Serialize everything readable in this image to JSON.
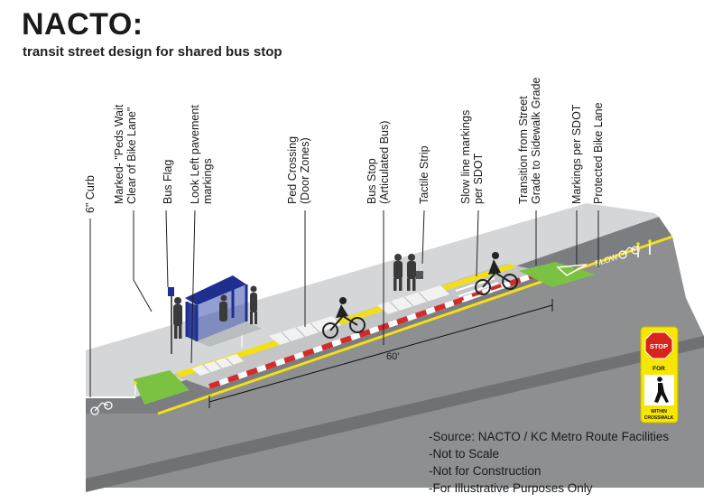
{
  "header": {
    "title": "NACTO:",
    "subtitle": "transit street design for shared bus stop"
  },
  "callouts": [
    {
      "id": "curb",
      "text": [
        "6\" Curb"
      ]
    },
    {
      "id": "peds-wait",
      "text": [
        "Marked- \"Peds Wait",
        "Clear of Bike Lane\""
      ]
    },
    {
      "id": "bus-flag",
      "text": [
        "Bus Flag"
      ]
    },
    {
      "id": "look-left",
      "text": [
        "Look Left pavement",
        "markings"
      ]
    },
    {
      "id": "ped-crossing",
      "text": [
        "Ped Crossing",
        "(Door Zones)"
      ]
    },
    {
      "id": "bus-stop",
      "text": [
        "Bus Stop",
        "(Articulated Bus)"
      ]
    },
    {
      "id": "tactile",
      "text": [
        "Tactile Strip"
      ]
    },
    {
      "id": "slow-line",
      "text": [
        "Slow line markings",
        "per  SDOT"
      ]
    },
    {
      "id": "transition",
      "text": [
        "Transition from Street",
        "Grade to Sidewalk Grade"
      ]
    },
    {
      "id": "markings-sdot",
      "text": [
        "Markings per  SDOT"
      ]
    },
    {
      "id": "protected-lane",
      "text": [
        "Protected Bike Lane"
      ]
    }
  ],
  "dimension": {
    "label": "60'"
  },
  "sign": {
    "stop": "STOP",
    "for": "FOR",
    "footer_line1": "WITHIN",
    "footer_line2": "CROSSWALK",
    "colors": {
      "background": "#f7e600",
      "stop": "#d9241c",
      "panel": "#ffffff"
    }
  },
  "notes": [
    "-Source: NACTO / KC Metro Route Facilities",
    "-Not to Scale",
    "-Not for Construction",
    "-For Illustrative Purposes Only"
  ],
  "pavement_text": {
    "left_marking": "SLOW"
  },
  "colors": {
    "road": "#8d8f91",
    "sidewalk": "#d5d6d7",
    "island": "#bdbfc1",
    "bike_green": "#7cc242",
    "yellow": "#f3df17",
    "shelter": "#1f2f8f",
    "red_edge": "#d42a2a"
  }
}
